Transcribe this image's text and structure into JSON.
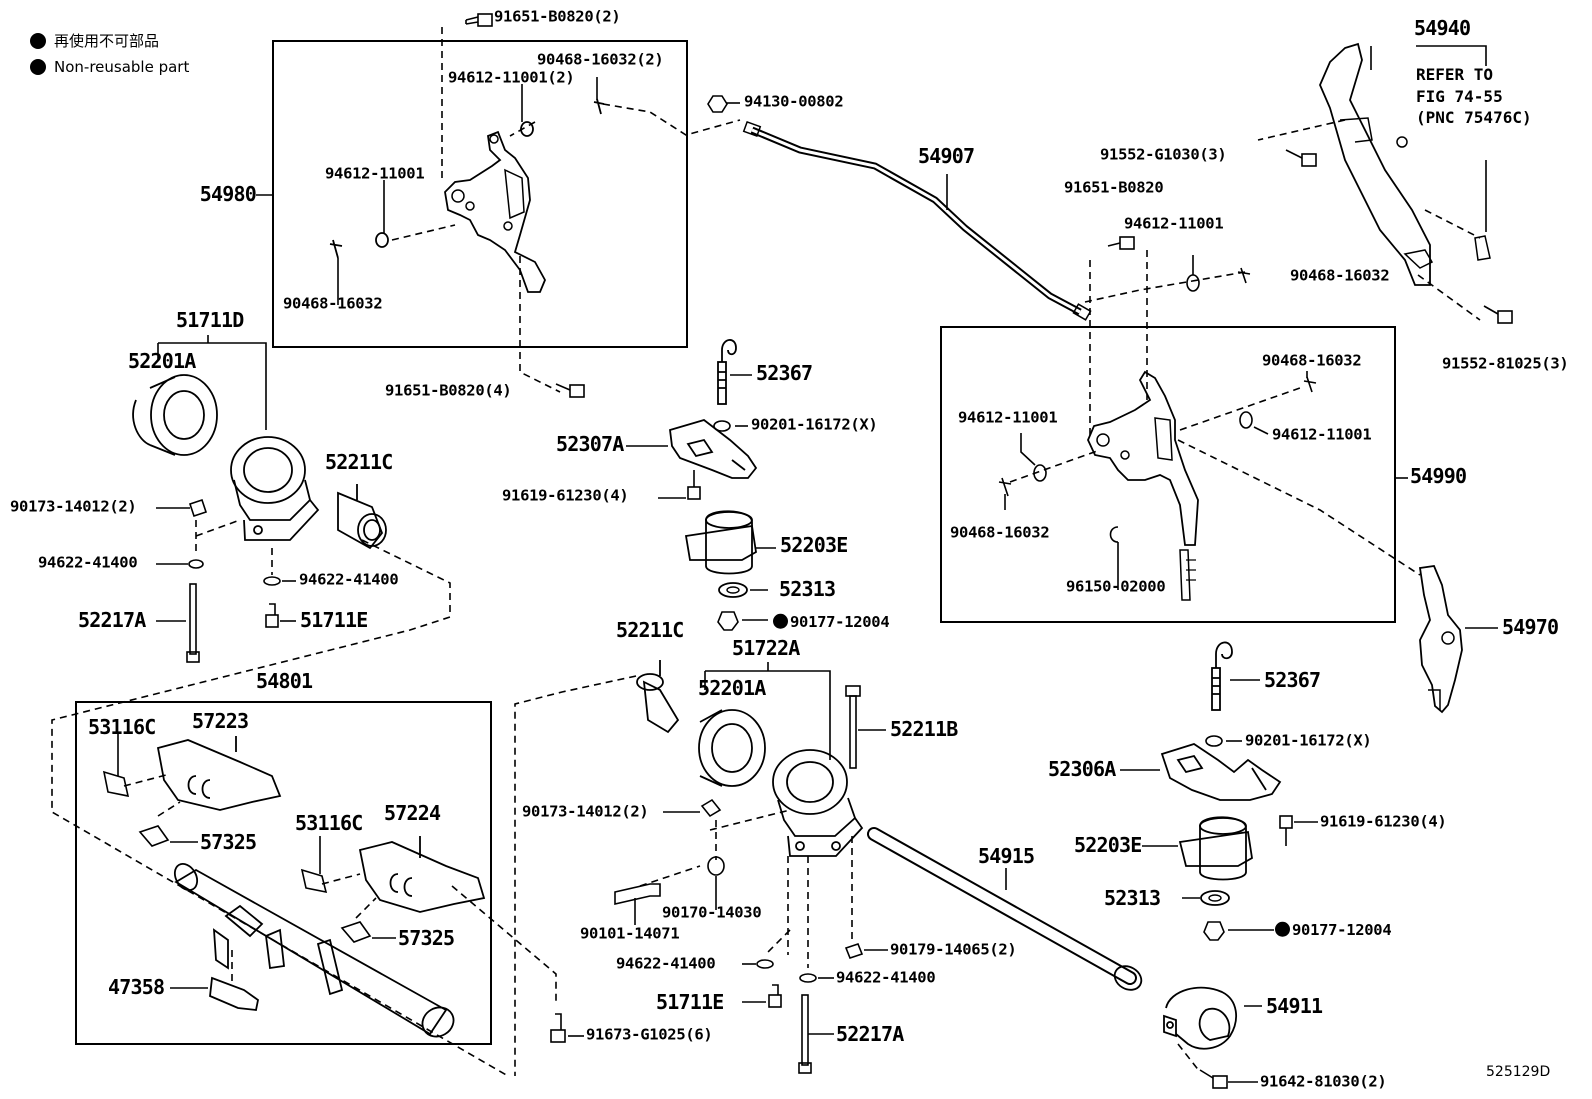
{
  "legend": [
    {
      "text": "再使用不可部品"
    },
    {
      "text": "Non-reusable part"
    }
  ],
  "figure_id": "525129D",
  "refer_note": "REFER TO\nFIG 74-55\n(PNC 75476C)",
  "callouts": [
    {
      "id": "c1",
      "text": "91651-B0820(2)"
    },
    {
      "id": "c2",
      "text": "90468-16032(2)"
    },
    {
      "id": "c3",
      "text": "94612-11001(2)"
    },
    {
      "id": "c4",
      "text": "94130-00802"
    },
    {
      "id": "c5",
      "text": "54980"
    },
    {
      "id": "c6",
      "text": "94612-11001"
    },
    {
      "id": "c7",
      "text": "90468-16032"
    },
    {
      "id": "c8",
      "text": "54907"
    },
    {
      "id": "c9",
      "text": "54940"
    },
    {
      "id": "c10",
      "text": "91552-G1030(3)"
    },
    {
      "id": "c11",
      "text": "91651-B0820"
    },
    {
      "id": "c12",
      "text": "94612-11001"
    },
    {
      "id": "c13",
      "text": "90468-16032"
    },
    {
      "id": "c14",
      "text": "91552-81025(3)"
    },
    {
      "id": "c15",
      "text": "51711D"
    },
    {
      "id": "c16",
      "text": "52201A"
    },
    {
      "id": "c17",
      "text": "91651-B0820(4)"
    },
    {
      "id": "c18",
      "text": "52367"
    },
    {
      "id": "c19",
      "text": "90201-16172(X)"
    },
    {
      "id": "c20",
      "text": "52307A"
    },
    {
      "id": "c21",
      "text": "90468-16032"
    },
    {
      "id": "c22",
      "text": "94612-11001"
    },
    {
      "id": "c23",
      "text": "94612-11001"
    },
    {
      "id": "c24",
      "text": "54990"
    },
    {
      "id": "c25",
      "text": "52211C"
    },
    {
      "id": "c26",
      "text": "91619-61230(4)"
    },
    {
      "id": "c27",
      "text": "90173-14012(2)"
    },
    {
      "id": "c28",
      "text": "52203E"
    },
    {
      "id": "c29",
      "text": "90468-16032"
    },
    {
      "id": "c30",
      "text": "94622-41400"
    },
    {
      "id": "c31",
      "text": "94622-41400"
    },
    {
      "id": "c32",
      "text": "96150-02000"
    },
    {
      "id": "c33",
      "text": "52313"
    },
    {
      "id": "c34",
      "text": "52217A"
    },
    {
      "id": "c35",
      "text": "51711E"
    },
    {
      "id": "c36",
      "text": "90177-12004"
    },
    {
      "id": "c37",
      "text": "54970"
    },
    {
      "id": "c38",
      "text": "52211C"
    },
    {
      "id": "c39",
      "text": "51722A"
    },
    {
      "id": "c40",
      "text": "54801"
    },
    {
      "id": "c41",
      "text": "52367"
    },
    {
      "id": "c42",
      "text": "52201A"
    },
    {
      "id": "c43",
      "text": "53116C"
    },
    {
      "id": "c44",
      "text": "57223"
    },
    {
      "id": "c45",
      "text": "52211B"
    },
    {
      "id": "c46",
      "text": "90201-16172(X)"
    },
    {
      "id": "c47",
      "text": "52306A"
    },
    {
      "id": "c48",
      "text": "90173-14012(2)"
    },
    {
      "id": "c49",
      "text": "57325"
    },
    {
      "id": "c50",
      "text": "53116C"
    },
    {
      "id": "c51",
      "text": "57224"
    },
    {
      "id": "c52",
      "text": "91619-61230(4)"
    },
    {
      "id": "c53",
      "text": "54915"
    },
    {
      "id": "c54",
      "text": "52203E"
    },
    {
      "id": "c55",
      "text": "52313"
    },
    {
      "id": "c56",
      "text": "90170-14030"
    },
    {
      "id": "c57",
      "text": "90101-14071"
    },
    {
      "id": "c58",
      "text": "57325"
    },
    {
      "id": "c59",
      "text": "90177-12004"
    },
    {
      "id": "c60",
      "text": "90179-14065(2)"
    },
    {
      "id": "c61",
      "text": "94622-41400"
    },
    {
      "id": "c62",
      "text": "94622-41400"
    },
    {
      "id": "c63",
      "text": "47358"
    },
    {
      "id": "c64",
      "text": "51711E"
    },
    {
      "id": "c65",
      "text": "54911"
    },
    {
      "id": "c66",
      "text": "91673-G1025(6)"
    },
    {
      "id": "c67",
      "text": "52217A"
    },
    {
      "id": "c68",
      "text": "91642-81030(2)"
    }
  ]
}
